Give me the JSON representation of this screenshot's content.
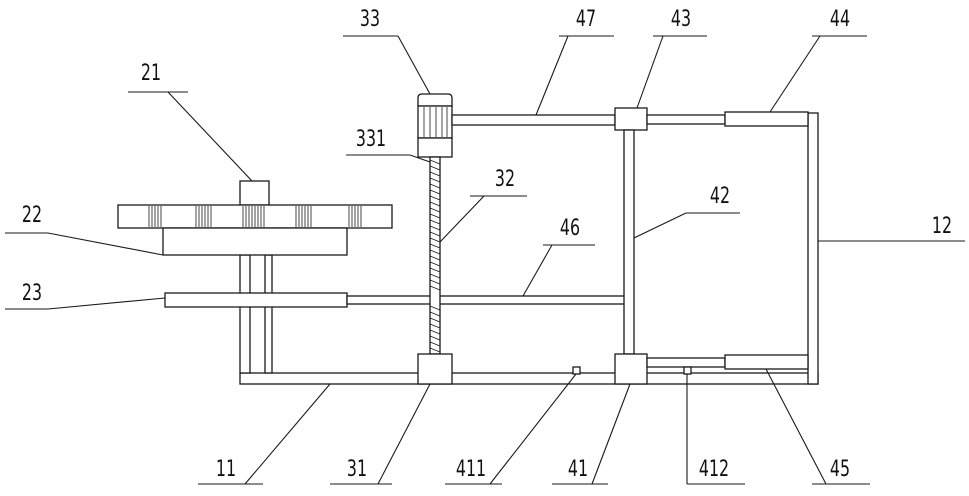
{
  "labels": {
    "l21": "21",
    "l22": "22",
    "l23": "23",
    "l11": "11",
    "l31": "31",
    "l32": "32",
    "l33": "33",
    "l331": "331",
    "l47": "47",
    "l43": "43",
    "l44": "44",
    "l42": "42",
    "l46": "46",
    "l12": "12",
    "l41": "41",
    "l411": "411",
    "l412": "412",
    "l45": "45"
  }
}
